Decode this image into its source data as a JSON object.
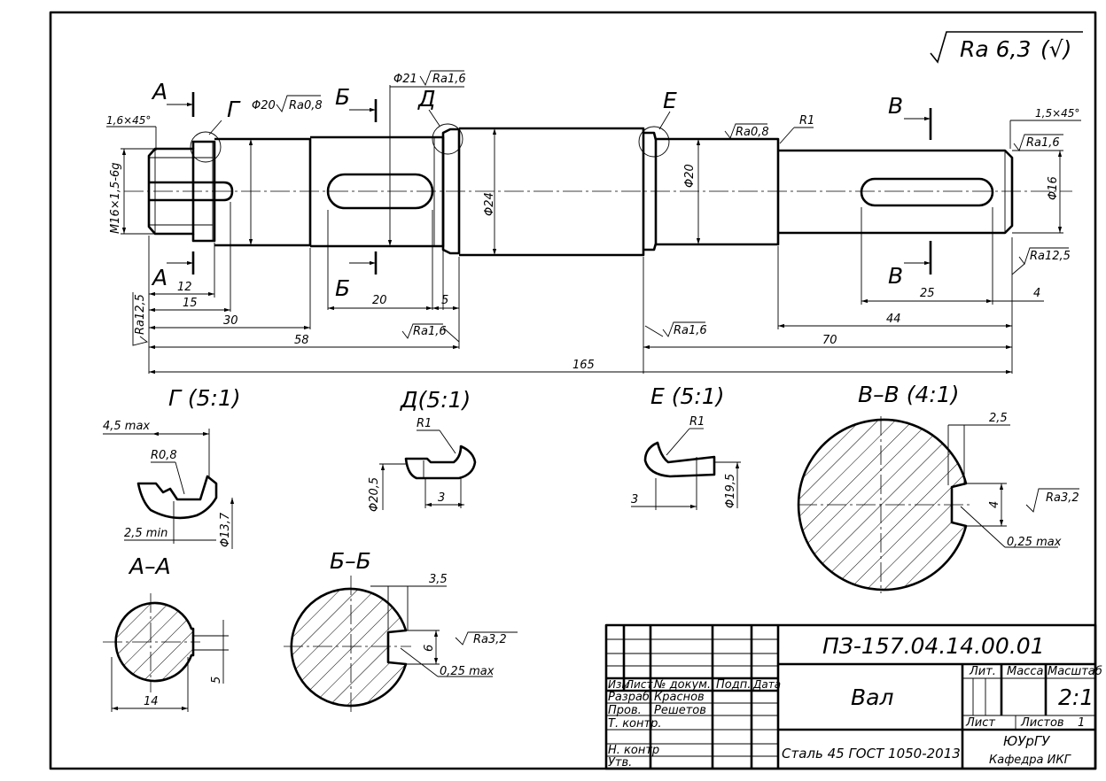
{
  "drawing": {
    "roughness_general": "Ra 6,3",
    "roughness_general_suffix": "(√)",
    "main_view": {
      "dims": {
        "chamfer_left": "1,6×45°",
        "chamfer_right": "1,5×45°",
        "thread": "M16×1,5-6g",
        "d20_ra": "Ra0,8",
        "d21": "Φ21",
        "d21_ra": "Ra1,6",
        "d20a": "Φ20",
        "d24": "Φ24",
        "d20b": "Φ20",
        "d20b_ra": "Ra0,8",
        "r1": "R1",
        "d16": "Φ16",
        "ra16_right": "Ra1,6",
        "ra125_right": "Ra12,5",
        "ra125_left": "Ra12,5",
        "ra16_bottom_left": "Ra1,6",
        "ra16_bottom_mid": "Ra1,6",
        "l12": "12",
        "l15": "15",
        "l30": "30",
        "l58": "58",
        "l20": "20",
        "l5": "5",
        "l25": "25",
        "l4": "4",
        "l44": "44",
        "l70": "70",
        "l165": "165"
      },
      "section_marks": {
        "a_top": "А",
        "a_bottom": "А",
        "b_top": "Б",
        "b_bottom": "Б",
        "v_top": "В",
        "v_bottom": "В",
        "g": "Г",
        "d": "Д",
        "e": "Е"
      }
    },
    "details": {
      "g": {
        "title": "Г (5:1)",
        "d1": "4,5 max",
        "d2": "R0,8",
        "d3": "2,5 min",
        "d4": "Φ13,7"
      },
      "d": {
        "title": "Д(5:1)",
        "d1": "R1",
        "d2": "Φ20,5",
        "d3": "3"
      },
      "e": {
        "title": "Е (5:1)",
        "d1": "R1",
        "d2": "3",
        "d3": "Φ19,5"
      },
      "vv": {
        "title": "В–В (4:1)",
        "d1": "2,5",
        "d2": "4",
        "d3": "Ra3,2",
        "d4": "0,25 max"
      },
      "aa": {
        "title": "А–А",
        "d1": "5",
        "d2": "14"
      },
      "bb": {
        "title": "Б–Б",
        "d1": "3,5",
        "d2": "6",
        "d3": "Ra3,2",
        "d4": "0,25 max"
      }
    }
  },
  "title_block": {
    "doc_number": "ПЗ-157.04.14.00.01",
    "part_name": "Вал",
    "material": "Сталь 45 ГОСТ 1050-2013",
    "org_line1": "ЮУрГУ",
    "org_line2": "Кафедра ИКГ",
    "scale": "2:1",
    "headers": {
      "izm": "Изм",
      "list": "Лист",
      "doc": "№ докум.",
      "sign": "Подп.",
      "date": "Дата",
      "lit": "Лит.",
      "mass": "Масса",
      "scale": "Масштаб",
      "sheet": "Лист",
      "sheets": "Листов",
      "sheets_count": "1"
    },
    "rows": [
      {
        "role": "Разраб.",
        "name": "Краснов"
      },
      {
        "role": "Пров.",
        "name": "Решетов"
      },
      {
        "role": "Т. контр.",
        "name": ""
      },
      {
        "role": "Н. контр",
        "name": ""
      },
      {
        "role": "Утв.",
        "name": ""
      }
    ]
  }
}
